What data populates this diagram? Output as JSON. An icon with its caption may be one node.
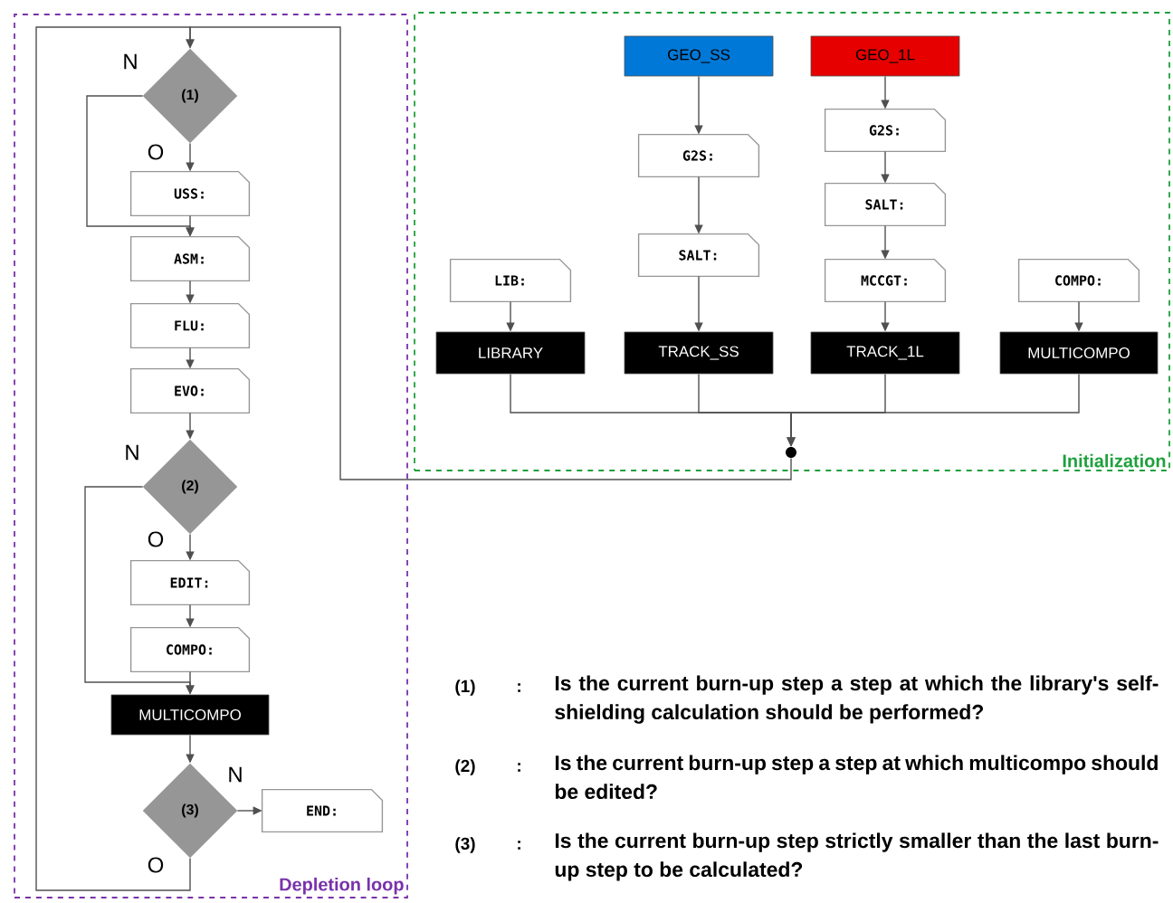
{
  "diagram": {
    "nodes": [
      {
        "text": [
          "Depletion loop"
        ]
      },
      {
        "text": [
          "Initialization"
        ]
      },
      {
        "text": [
          "(1)"
        ],
        "in": 0
      },
      {
        "text": [
          "USS:"
        ],
        "in": 0
      },
      {
        "text": [
          "ASM:"
        ],
        "in": 0
      },
      {
        "text": [
          "FLU:"
        ],
        "in": 0
      },
      {
        "text": [
          "EVO:"
        ],
        "in": 0
      },
      {
        "text": [
          "(2)"
        ],
        "in": 0
      },
      {
        "text": [
          "EDIT:"
        ],
        "in": 0
      },
      {
        "text": [
          "COMPO:"
        ],
        "in": 0
      },
      {
        "text": [
          "MULTICOMPO"
        ],
        "in": 0
      },
      {
        "text": [
          "(3)"
        ],
        "in": 0
      },
      {
        "text": [
          "END:"
        ],
        "in": 0
      },
      {
        "text": [
          "GEO_SS"
        ],
        "in": 1
      },
      {
        "text": [
          "GEO_1L"
        ],
        "in": 1
      },
      {
        "text": [
          "G2S:"
        ],
        "in": 1
      },
      {
        "text": [
          "G2S:"
        ],
        "in": 1
      },
      {
        "text": [
          "SALT:"
        ],
        "in": 1
      },
      {
        "text": [
          "SALT:"
        ],
        "in": 1
      },
      {
        "text": [
          "LIB:"
        ],
        "in": 1
      },
      {
        "text": [
          "MCCGT:"
        ],
        "in": 1
      },
      {
        "text": [
          "COMPO:"
        ],
        "in": 1
      },
      {
        "text": [
          "LIBRARY"
        ],
        "in": 1
      },
      {
        "text": [
          "TRACK_SS"
        ],
        "in": 1
      },
      {
        "text": [
          "TRACK_1L"
        ],
        "in": 1
      },
      {
        "text": [
          "MULTICOMPO"
        ],
        "in": 1
      },
      {
        "text": [],
        "shape": "circle",
        "in": 1
      }
    ],
    "edges": [
      {
        "from": 2,
        "to": 3,
        "arrow": "to",
        "label": "O"
      },
      {
        "from": 2,
        "to": 4,
        "arrow": "to",
        "label": "N"
      },
      {
        "from": 3,
        "to": 4,
        "arrow": "to"
      },
      {
        "from": 4,
        "to": 5,
        "arrow": "to"
      },
      {
        "from": 5,
        "to": 6,
        "arrow": "to"
      },
      {
        "from": 6,
        "to": 7,
        "arrow": "to"
      },
      {
        "from": 7,
        "to": 8,
        "arrow": "to",
        "label": "O"
      },
      {
        "from": 7,
        "to": 10,
        "arrow": "to",
        "label": "N"
      },
      {
        "from": 8,
        "to": 9,
        "arrow": "to"
      },
      {
        "from": 9,
        "to": 10,
        "arrow": "to"
      },
      {
        "from": 10,
        "to": 11,
        "arrow": "to"
      },
      {
        "from": 11,
        "to": 12,
        "arrow": "to",
        "label": "N"
      },
      {
        "from": 11,
        "to": 2,
        "arrow": "to",
        "label": "O"
      },
      {
        "from": 13,
        "to": 15,
        "arrow": "to"
      },
      {
        "from": 15,
        "to": 17,
        "arrow": "to"
      },
      {
        "from": 17,
        "to": 23,
        "arrow": "to"
      },
      {
        "from": 14,
        "to": 16,
        "arrow": "to"
      },
      {
        "from": 16,
        "to": 18,
        "arrow": "to"
      },
      {
        "from": 18,
        "to": 20,
        "arrow": "to"
      },
      {
        "from": 20,
        "to": 24,
        "arrow": "to"
      },
      {
        "from": 19,
        "to": 22,
        "arrow": "to"
      },
      {
        "from": 21,
        "to": 25,
        "arrow": "to"
      },
      {
        "from": 22,
        "to": 26,
        "arrow": "to"
      },
      {
        "from": 23,
        "to": 26,
        "arrow": "to"
      },
      {
        "from": 24,
        "to": 26,
        "arrow": "to"
      },
      {
        "from": 25,
        "to": 26,
        "arrow": "to"
      },
      {
        "from": 26,
        "to": 2,
        "arrow": "to"
      }
    ],
    "labels": [
      "(1)",
      ":",
      "Is the current burn-up step a step at which the library's self-shielding calculation should be performed?",
      "(2)",
      ":",
      "Is the current burn-up step a step at which multicompo should be edited?",
      "(3)",
      ":",
      "Is the current burn-up step strictly smaller than the last burn-up step to be calculated?"
    ]
  }
}
